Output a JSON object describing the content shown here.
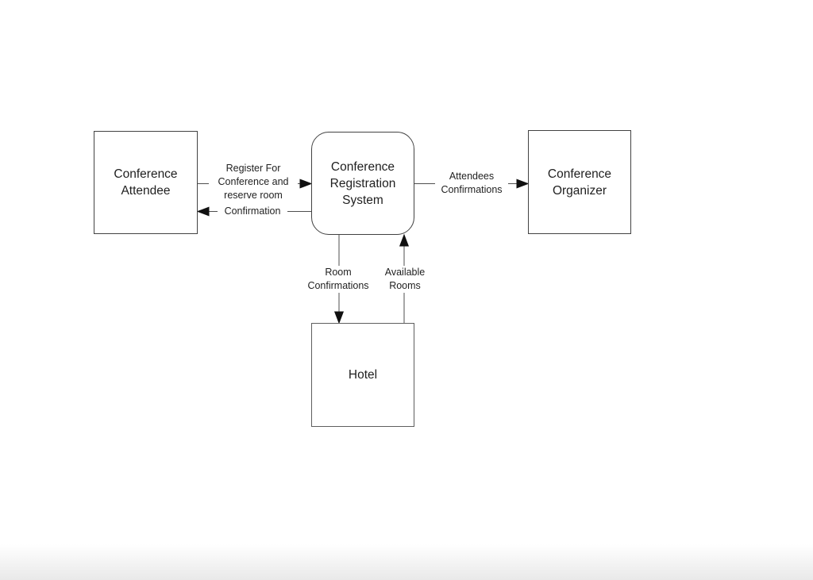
{
  "nodes": {
    "attendee": {
      "label": "Conference\nAttendee",
      "shape": "rectangle"
    },
    "system": {
      "label": "Conference\nRegistration\nSystem",
      "shape": "rounded-rectangle"
    },
    "organizer": {
      "label": "Conference\nOrganizer",
      "shape": "rectangle"
    },
    "hotel": {
      "label": "Hotel",
      "shape": "rectangle"
    }
  },
  "edges": {
    "register": {
      "label": "Register For\nConference and\nreserve room",
      "from": "attendee",
      "to": "system",
      "direction": "right"
    },
    "confirmation": {
      "label": "Confirmation",
      "from": "system",
      "to": "attendee",
      "direction": "left"
    },
    "attendees_confirmations": {
      "label": "Attendees\nConfirmations",
      "from": "system",
      "to": "organizer",
      "direction": "right"
    },
    "room_confirmations": {
      "label": "Room\nConfirmations",
      "from": "system",
      "to": "hotel",
      "direction": "down"
    },
    "available_rooms": {
      "label": "Available\nRooms",
      "from": "hotel",
      "to": "system",
      "direction": "up"
    }
  },
  "colors": {
    "canvas": "#ffffff",
    "canvas_bottom_fade": "#e9e9e9",
    "node_border": "#424242",
    "connector_line": "#4f4f4f",
    "arrowhead": "#111111",
    "text": "#1f1f1f"
  }
}
